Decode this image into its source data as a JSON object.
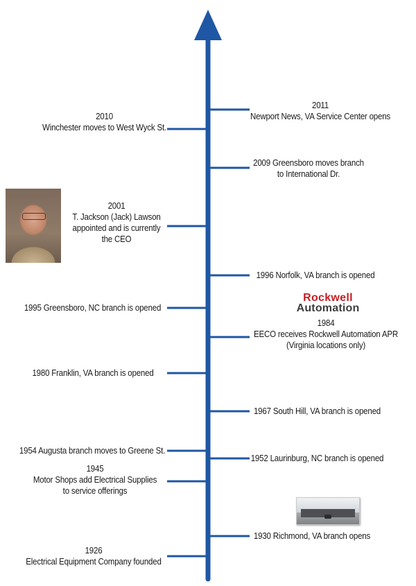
{
  "colors": {
    "axis": "#1f57a5",
    "text": "#1a1a1a",
    "logo_red": "#c41f24",
    "logo_gray": "#3d3d3d"
  },
  "logo": {
    "line1": "Rockwell",
    "line2": "Automation"
  },
  "events_right": [
    {
      "id": "2011",
      "lines": [
        "2011",
        "Newport News, VA Service Center opens"
      ]
    },
    {
      "id": "2009",
      "lines": [
        "2009 Greensboro moves branch",
        "to International Dr."
      ]
    },
    {
      "id": "1996",
      "lines": [
        "1996 Norfolk, VA branch is opened"
      ]
    },
    {
      "id": "1984",
      "lines": [
        "1984",
        "EECO receives Rockwell Automation APR",
        "(Virginia locations only)"
      ]
    },
    {
      "id": "1967",
      "lines": [
        "1967 South Hill, VA branch is opened"
      ]
    },
    {
      "id": "1952",
      "lines": [
        "1952 Laurinburg, NC branch is opened"
      ]
    },
    {
      "id": "1930",
      "lines": [
        "1930 Richmond, VA branch opens"
      ]
    }
  ],
  "events_left": [
    {
      "id": "2010",
      "lines": [
        "2010",
        "Winchester moves to West Wyck St."
      ]
    },
    {
      "id": "2001",
      "lines": [
        "2001",
        "T. Jackson (Jack) Lawson",
        "appointed and is currently",
        "the CEO"
      ]
    },
    {
      "id": "1995",
      "lines": [
        "1995 Greensboro, NC branch is opened"
      ]
    },
    {
      "id": "1980",
      "lines": [
        "1980 Franklin, VA branch is opened"
      ]
    },
    {
      "id": "1954",
      "lines": [
        "1954 Augusta branch moves to Greene St."
      ]
    },
    {
      "id": "1945",
      "lines": [
        "1945",
        "Motor Shops add Electrical Supplies",
        "to service offerings"
      ]
    },
    {
      "id": "1926",
      "lines": [
        "1926",
        "Electrical Equipment Company founded"
      ]
    }
  ]
}
